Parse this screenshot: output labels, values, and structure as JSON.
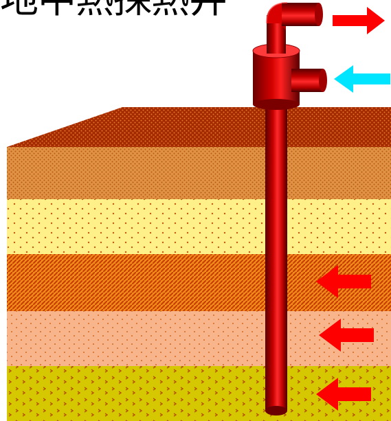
{
  "diagram": {
    "title": "地中熱採熱井",
    "colors": {
      "pipe_red": "#c00000",
      "pipe_dark": "#6a0000",
      "hot_arrow": "#ff0000",
      "cold_arrow": "#00e5ff",
      "ground_top": "#a52a00",
      "layer_orange": "#d9822b",
      "layer_yellow": "#ffee88",
      "layer_dark_orange": "#e86a10",
      "layer_peach": "#f6b08a",
      "layer_olive": "#d2c400"
    },
    "layers": [
      {
        "name": "top-surface"
      },
      {
        "name": "orange-layer"
      },
      {
        "name": "yellow-layer"
      },
      {
        "name": "dark-orange-layer"
      },
      {
        "name": "peach-layer"
      },
      {
        "name": "olive-layer"
      }
    ],
    "flows": [
      {
        "name": "outlet-hot",
        "direction": "right"
      },
      {
        "name": "inlet-cold",
        "direction": "left"
      },
      {
        "name": "heat-in-1",
        "direction": "left"
      },
      {
        "name": "heat-in-2",
        "direction": "left"
      },
      {
        "name": "heat-in-3",
        "direction": "left"
      }
    ]
  }
}
